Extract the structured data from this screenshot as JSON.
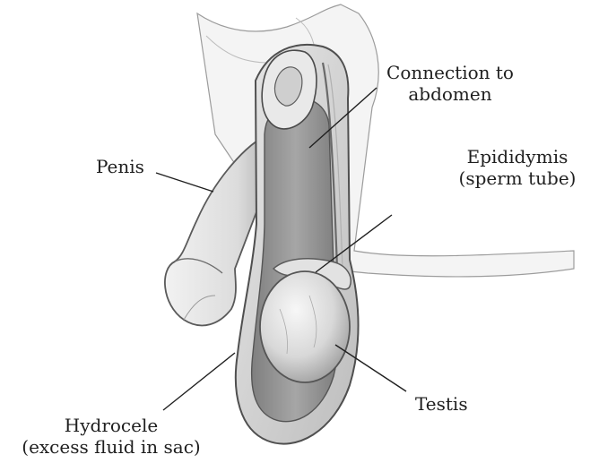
{
  "labels": {
    "connection": {
      "line1": "Connection to",
      "line2": "abdomen"
    },
    "penis": "Penis",
    "epididymis": {
      "line1": "Epididymis",
      "line2": "(sperm tube)"
    },
    "testis": "Testis",
    "hydrocele": {
      "line1": "Hydrocele",
      "line2": "(excess fluid in sac)"
    }
  },
  "colors": {
    "ink": "#1f1f1f",
    "skin_light": "#efefef",
    "skin_mid": "#d9d9d9",
    "skin_dark": "#a9a9a9",
    "fluid": "#8f8f8f"
  }
}
